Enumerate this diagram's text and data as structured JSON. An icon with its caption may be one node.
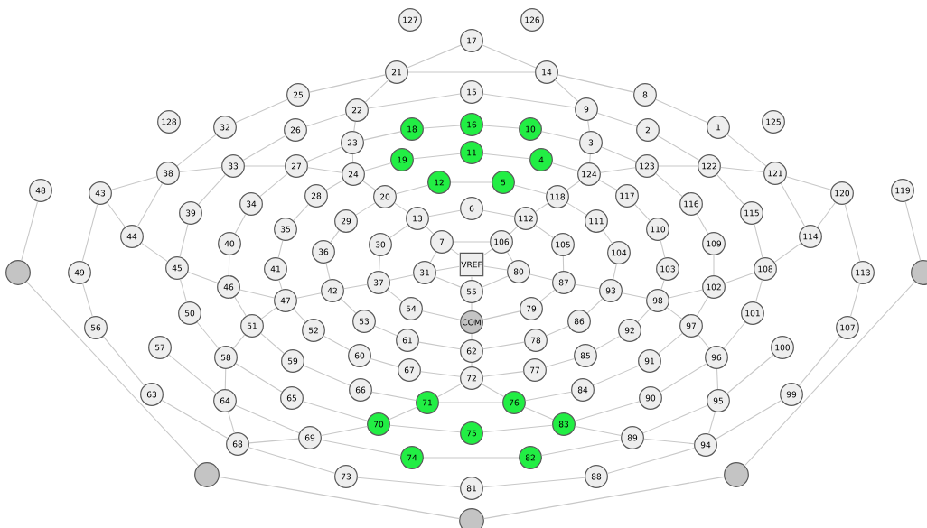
{
  "diagram": {
    "nodes": [
      {
        "text": [
          "127"
        ]
      },
      {
        "text": [
          "126"
        ]
      },
      {
        "text": [
          "17"
        ]
      },
      {
        "text": [
          "21"
        ]
      },
      {
        "text": [
          "14"
        ]
      },
      {
        "text": [
          "15"
        ]
      },
      {
        "text": [
          "25"
        ]
      },
      {
        "text": [
          "8"
        ]
      },
      {
        "text": [
          "9"
        ]
      },
      {
        "text": [
          "22"
        ]
      },
      {
        "text": [
          "128"
        ]
      },
      {
        "text": [
          "125"
        ]
      },
      {
        "text": [
          "16"
        ]
      },
      {
        "text": [
          "32"
        ]
      },
      {
        "text": [
          "1"
        ]
      },
      {
        "text": [
          "18"
        ]
      },
      {
        "text": [
          "10"
        ]
      },
      {
        "text": [
          "26"
        ]
      },
      {
        "text": [
          "2"
        ]
      },
      {
        "text": [
          "23"
        ]
      },
      {
        "text": [
          "3"
        ]
      },
      {
        "text": [
          "11"
        ]
      },
      {
        "text": [
          "19"
        ]
      },
      {
        "text": [
          "4"
        ]
      },
      {
        "text": [
          "33"
        ]
      },
      {
        "text": [
          "27"
        ]
      },
      {
        "text": [
          "123"
        ]
      },
      {
        "text": [
          "122"
        ]
      },
      {
        "text": [
          "38"
        ]
      },
      {
        "text": [
          "24"
        ]
      },
      {
        "text": [
          "124"
        ]
      },
      {
        "text": [
          "121"
        ]
      },
      {
        "text": [
          "12"
        ]
      },
      {
        "text": [
          "5"
        ]
      },
      {
        "text": [
          "48"
        ]
      },
      {
        "text": [
          "119"
        ]
      },
      {
        "text": [
          "43"
        ]
      },
      {
        "text": [
          "120"
        ]
      },
      {
        "text": [
          "28"
        ]
      },
      {
        "text": [
          "20"
        ]
      },
      {
        "text": [
          "117"
        ]
      },
      {
        "text": [
          "118"
        ]
      },
      {
        "text": [
          "34"
        ]
      },
      {
        "text": [
          "116"
        ]
      },
      {
        "text": [
          "6"
        ]
      },
      {
        "text": [
          "39"
        ]
      },
      {
        "text": [
          "115"
        ]
      },
      {
        "text": [
          "13"
        ]
      },
      {
        "text": [
          "112"
        ]
      },
      {
        "text": [
          "29"
        ]
      },
      {
        "text": [
          "111"
        ]
      },
      {
        "text": [
          "35"
        ]
      },
      {
        "text": [
          "110"
        ]
      },
      {
        "text": [
          "44"
        ]
      },
      {
        "text": [
          "114"
        ]
      },
      {
        "text": [
          "7"
        ]
      },
      {
        "text": [
          "106"
        ]
      },
      {
        "text": [
          "40"
        ]
      },
      {
        "text": [
          "109"
        ]
      },
      {
        "text": [
          "30"
        ]
      },
      {
        "text": [
          "105"
        ]
      },
      {
        "text": [
          "36"
        ]
      },
      {
        "text": [
          "104"
        ]
      },
      {
        "text": [
          "VREF"
        ]
      },
      {
        "text": [
          "45"
        ]
      },
      {
        "text": [
          "41"
        ]
      },
      {
        "text": [
          "103"
        ]
      },
      {
        "text": [
          "108"
        ]
      },
      {
        "text": [],
        "shape": "circle"
      },
      {
        "text": [
          "49"
        ]
      },
      {
        "text": [
          "31"
        ]
      },
      {
        "text": [
          "80"
        ]
      },
      {
        "text": [
          "113"
        ]
      },
      {
        "text": [],
        "shape": "circle"
      },
      {
        "text": [
          "37"
        ]
      },
      {
        "text": [
          "87"
        ]
      },
      {
        "text": [
          "46"
        ]
      },
      {
        "text": [
          "102"
        ]
      },
      {
        "text": [
          "42"
        ]
      },
      {
        "text": [
          "55"
        ]
      },
      {
        "text": [
          "93"
        ]
      },
      {
        "text": [
          "47"
        ]
      },
      {
        "text": [
          "98"
        ]
      },
      {
        "text": [
          "54"
        ]
      },
      {
        "text": [
          "79"
        ]
      },
      {
        "text": [
          "50"
        ]
      },
      {
        "text": [
          "101"
        ]
      },
      {
        "text": [
          "53"
        ]
      },
      {
        "text": [
          "86"
        ]
      },
      {
        "text": [
          "COM"
        ]
      },
      {
        "text": [
          "51"
        ]
      },
      {
        "text": [
          "97"
        ]
      },
      {
        "text": [
          "52"
        ]
      },
      {
        "text": [
          "92"
        ]
      },
      {
        "text": [
          "56"
        ]
      },
      {
        "text": [
          "107"
        ]
      },
      {
        "text": [
          "61"
        ]
      },
      {
        "text": [
          "78"
        ]
      },
      {
        "text": [
          "57"
        ]
      },
      {
        "text": [
          "100"
        ]
      },
      {
        "text": [
          "62"
        ]
      },
      {
        "text": [
          "60"
        ]
      },
      {
        "text": [
          "85"
        ]
      },
      {
        "text": [
          "58"
        ]
      },
      {
        "text": [
          "96"
        ]
      },
      {
        "text": [
          "59"
        ]
      },
      {
        "text": [
          "91"
        ]
      },
      {
        "text": [
          "67"
        ]
      },
      {
        "text": [
          "77"
        ]
      },
      {
        "text": [
          "72"
        ]
      },
      {
        "text": [
          "66"
        ]
      },
      {
        "text": [
          "84"
        ]
      },
      {
        "text": [
          "63"
        ]
      },
      {
        "text": [
          "99"
        ]
      },
      {
        "text": [
          "65"
        ]
      },
      {
        "text": [
          "90"
        ]
      },
      {
        "text": [
          "64"
        ]
      },
      {
        "text": [
          "95"
        ]
      },
      {
        "text": [
          "71"
        ]
      },
      {
        "text": [
          "76"
        ]
      },
      {
        "text": [
          "70"
        ]
      },
      {
        "text": [
          "83"
        ]
      },
      {
        "text": [
          "75"
        ]
      },
      {
        "text": [
          "69"
        ]
      },
      {
        "text": [
          "89"
        ]
      },
      {
        "text": [
          "68"
        ]
      },
      {
        "text": [
          "94"
        ]
      },
      {
        "text": [
          "74"
        ]
      },
      {
        "text": [
          "82"
        ]
      },
      {
        "text": [],
        "shape": "circle"
      },
      {
        "text": [],
        "shape": "circle"
      },
      {
        "text": [
          "73"
        ]
      },
      {
        "text": [
          "88"
        ]
      },
      {
        "text": [
          "81"
        ]
      },
      {
        "text": [],
        "shape": "circle"
      }
    ],
    "edges": [
      {
        "from": 2,
        "to": 3,
        "arrow": "none"
      },
      {
        "from": 2,
        "to": 4,
        "arrow": "none"
      },
      {
        "from": 3,
        "to": 4,
        "arrow": "none"
      },
      {
        "from": 3,
        "to": 6,
        "arrow": "none"
      },
      {
        "from": 3,
        "to": 9,
        "arrow": "none"
      },
      {
        "from": 4,
        "to": 7,
        "arrow": "none"
      },
      {
        "from": 4,
        "to": 8,
        "arrow": "none"
      },
      {
        "from": 6,
        "to": 13,
        "arrow": "none"
      },
      {
        "from": 13,
        "to": 28,
        "arrow": "none"
      },
      {
        "from": 9,
        "to": 5,
        "arrow": "none"
      },
      {
        "from": 5,
        "to": 8,
        "arrow": "none"
      },
      {
        "from": 9,
        "to": 19,
        "arrow": "none"
      },
      {
        "from": 17,
        "to": 9,
        "arrow": "none"
      },
      {
        "from": 17,
        "to": 24,
        "arrow": "none"
      },
      {
        "from": 19,
        "to": 15,
        "arrow": "none"
      },
      {
        "from": 15,
        "to": 12,
        "arrow": "none"
      },
      {
        "from": 12,
        "to": 16,
        "arrow": "none"
      },
      {
        "from": 16,
        "to": 20,
        "arrow": "none"
      },
      {
        "from": 8,
        "to": 20,
        "arrow": "none"
      },
      {
        "from": 8,
        "to": 18,
        "arrow": "none"
      },
      {
        "from": 18,
        "to": 27,
        "arrow": "none"
      },
      {
        "from": 7,
        "to": 14,
        "arrow": "none"
      },
      {
        "from": 14,
        "to": 31,
        "arrow": "none"
      },
      {
        "from": 19,
        "to": 29,
        "arrow": "none"
      },
      {
        "from": 25,
        "to": 19,
        "arrow": "none"
      },
      {
        "from": 25,
        "to": 29,
        "arrow": "none"
      },
      {
        "from": 29,
        "to": 22,
        "arrow": "none"
      },
      {
        "from": 22,
        "to": 21,
        "arrow": "none"
      },
      {
        "from": 21,
        "to": 23,
        "arrow": "none"
      },
      {
        "from": 23,
        "to": 30,
        "arrow": "none"
      },
      {
        "from": 29,
        "to": 39,
        "arrow": "none"
      },
      {
        "from": 39,
        "to": 32,
        "arrow": "none"
      },
      {
        "from": 32,
        "to": 33,
        "arrow": "none"
      },
      {
        "from": 33,
        "to": 41,
        "arrow": "none"
      },
      {
        "from": 39,
        "to": 49,
        "arrow": "none"
      },
      {
        "from": 39,
        "to": 47,
        "arrow": "none"
      },
      {
        "from": 47,
        "to": 44,
        "arrow": "none"
      },
      {
        "from": 44,
        "to": 48,
        "arrow": "none"
      },
      {
        "from": 47,
        "to": 59,
        "arrow": "none"
      },
      {
        "from": 47,
        "to": 55,
        "arrow": "none"
      },
      {
        "from": 55,
        "to": 56,
        "arrow": "none"
      },
      {
        "from": 55,
        "to": 70,
        "arrow": "none"
      },
      {
        "from": 55,
        "to": 63,
        "arrow": "none"
      },
      {
        "from": 56,
        "to": 63,
        "arrow": "none"
      },
      {
        "from": 56,
        "to": 48,
        "arrow": "none"
      },
      {
        "from": 56,
        "to": 71,
        "arrow": "none"
      },
      {
        "from": 48,
        "to": 60,
        "arrow": "none"
      },
      {
        "from": 41,
        "to": 48,
        "arrow": "none"
      },
      {
        "from": 41,
        "to": 50,
        "arrow": "none"
      },
      {
        "from": 41,
        "to": 30,
        "arrow": "none"
      },
      {
        "from": 30,
        "to": 20,
        "arrow": "none"
      },
      {
        "from": 30,
        "to": 26,
        "arrow": "none"
      },
      {
        "from": 20,
        "to": 26,
        "arrow": "none"
      },
      {
        "from": 30,
        "to": 40,
        "arrow": "none"
      },
      {
        "from": 26,
        "to": 27,
        "arrow": "none"
      },
      {
        "from": 27,
        "to": 31,
        "arrow": "none"
      },
      {
        "from": 26,
        "to": 43,
        "arrow": "none"
      },
      {
        "from": 27,
        "to": 46,
        "arrow": "none"
      },
      {
        "from": 31,
        "to": 54,
        "arrow": "none"
      },
      {
        "from": 31,
        "to": 37,
        "arrow": "none"
      },
      {
        "from": 37,
        "to": 54,
        "arrow": "none"
      },
      {
        "from": 37,
        "to": 72,
        "arrow": "none"
      },
      {
        "from": 54,
        "to": 67,
        "arrow": "none"
      },
      {
        "from": 43,
        "to": 58,
        "arrow": "none"
      },
      {
        "from": 40,
        "to": 52,
        "arrow": "none"
      },
      {
        "from": 52,
        "to": 66,
        "arrow": "none"
      },
      {
        "from": 50,
        "to": 62,
        "arrow": "none"
      },
      {
        "from": 46,
        "to": 67,
        "arrow": "none"
      },
      {
        "from": 58,
        "to": 77,
        "arrow": "none"
      },
      {
        "from": 35,
        "to": 73,
        "arrow": "none"
      },
      {
        "from": 28,
        "to": 24,
        "arrow": "none"
      },
      {
        "from": 24,
        "to": 25,
        "arrow": "none"
      },
      {
        "from": 24,
        "to": 45,
        "arrow": "none"
      },
      {
        "from": 25,
        "to": 42,
        "arrow": "none"
      },
      {
        "from": 28,
        "to": 36,
        "arrow": "none"
      },
      {
        "from": 28,
        "to": 53,
        "arrow": "none"
      },
      {
        "from": 36,
        "to": 53,
        "arrow": "none"
      },
      {
        "from": 36,
        "to": 69,
        "arrow": "none"
      },
      {
        "from": 34,
        "to": 68,
        "arrow": "none"
      },
      {
        "from": 53,
        "to": 64,
        "arrow": "none"
      },
      {
        "from": 45,
        "to": 64,
        "arrow": "none"
      },
      {
        "from": 42,
        "to": 57,
        "arrow": "none"
      },
      {
        "from": 38,
        "to": 51,
        "arrow": "none"
      },
      {
        "from": 29,
        "to": 38,
        "arrow": "none"
      },
      {
        "from": 51,
        "to": 65,
        "arrow": "none"
      },
      {
        "from": 57,
        "to": 76,
        "arrow": "none"
      },
      {
        "from": 49,
        "to": 61,
        "arrow": "none"
      },
      {
        "from": 61,
        "to": 78,
        "arrow": "none"
      },
      {
        "from": 59,
        "to": 74,
        "arrow": "none"
      },
      {
        "from": 64,
        "to": 76,
        "arrow": "none"
      },
      {
        "from": 64,
        "to": 85,
        "arrow": "none"
      },
      {
        "from": 76,
        "to": 81,
        "arrow": "none"
      },
      {
        "from": 76,
        "to": 90,
        "arrow": "none"
      },
      {
        "from": 65,
        "to": 81,
        "arrow": "none"
      },
      {
        "from": 81,
        "to": 78,
        "arrow": "none"
      },
      {
        "from": 81,
        "to": 90,
        "arrow": "none"
      },
      {
        "from": 81,
        "to": 92,
        "arrow": "none"
      },
      {
        "from": 78,
        "to": 74,
        "arrow": "none"
      },
      {
        "from": 78,
        "to": 87,
        "arrow": "none"
      },
      {
        "from": 74,
        "to": 70,
        "arrow": "none"
      },
      {
        "from": 74,
        "to": 83,
        "arrow": "none"
      },
      {
        "from": 70,
        "to": 63,
        "arrow": "none"
      },
      {
        "from": 70,
        "to": 79,
        "arrow": "none"
      },
      {
        "from": 63,
        "to": 79,
        "arrow": "none"
      },
      {
        "from": 63,
        "to": 71,
        "arrow": "none"
      },
      {
        "from": 71,
        "to": 79,
        "arrow": "none"
      },
      {
        "from": 75,
        "to": 71,
        "arrow": "none"
      },
      {
        "from": 75,
        "to": 60,
        "arrow": "none"
      },
      {
        "from": 75,
        "to": 84,
        "arrow": "none"
      },
      {
        "from": 75,
        "to": 80,
        "arrow": "none"
      },
      {
        "from": 80,
        "to": 62,
        "arrow": "none"
      },
      {
        "from": 80,
        "to": 82,
        "arrow": "none"
      },
      {
        "from": 80,
        "to": 88,
        "arrow": "none"
      },
      {
        "from": 82,
        "to": 66,
        "arrow": "none"
      },
      {
        "from": 82,
        "to": 77,
        "arrow": "none"
      },
      {
        "from": 82,
        "to": 91,
        "arrow": "none"
      },
      {
        "from": 82,
        "to": 93,
        "arrow": "none"
      },
      {
        "from": 77,
        "to": 91,
        "arrow": "none"
      },
      {
        "from": 77,
        "to": 67,
        "arrow": "none"
      },
      {
        "from": 67,
        "to": 86,
        "arrow": "none"
      },
      {
        "from": 86,
        "to": 104,
        "arrow": "none"
      },
      {
        "from": 91,
        "to": 104,
        "arrow": "none"
      },
      {
        "from": 91,
        "to": 106,
        "arrow": "none"
      },
      {
        "from": 104,
        "to": 115,
        "arrow": "none"
      },
      {
        "from": 104,
        "to": 117,
        "arrow": "none"
      },
      {
        "from": 117,
        "to": 99,
        "arrow": "none"
      },
      {
        "from": 117,
        "to": 124,
        "arrow": "none"
      },
      {
        "from": 117,
        "to": 126,
        "arrow": "none"
      },
      {
        "from": 126,
        "to": 124,
        "arrow": "none"
      },
      {
        "from": 126,
        "to": 113,
        "arrow": "none"
      },
      {
        "from": 113,
        "to": 95,
        "arrow": "none"
      },
      {
        "from": 95,
        "to": 72,
        "arrow": "none"
      },
      {
        "from": 126,
        "to": 132,
        "arrow": "none"
      },
      {
        "from": 130,
        "to": 134,
        "arrow": "none"
      },
      {
        "from": 130,
        "to": 73,
        "arrow": "none"
      },
      {
        "from": 121,
        "to": 124,
        "arrow": "none"
      },
      {
        "from": 128,
        "to": 124,
        "arrow": "none"
      },
      {
        "from": 121,
        "to": 115,
        "arrow": "none"
      },
      {
        "from": 106,
        "to": 111,
        "arrow": "none"
      },
      {
        "from": 93,
        "to": 102,
        "arrow": "none"
      },
      {
        "from": 88,
        "to": 97,
        "arrow": "none"
      },
      {
        "from": 102,
        "to": 108,
        "arrow": "none"
      },
      {
        "from": 111,
        "to": 119,
        "arrow": "none"
      },
      {
        "from": 119,
        "to": 109,
        "arrow": "none"
      },
      {
        "from": 119,
        "to": 118,
        "arrow": "none"
      },
      {
        "from": 119,
        "to": 121,
        "arrow": "none"
      },
      {
        "from": 118,
        "to": 109,
        "arrow": "none"
      },
      {
        "from": 118,
        "to": 120,
        "arrow": "none"
      },
      {
        "from": 118,
        "to": 110,
        "arrow": "none"
      },
      {
        "from": 120,
        "to": 123,
        "arrow": "none"
      },
      {
        "from": 120,
        "to": 122,
        "arrow": "none"
      },
      {
        "from": 114,
        "to": 120,
        "arrow": "none"
      },
      {
        "from": 122,
        "to": 121,
        "arrow": "none"
      },
      {
        "from": 127,
        "to": 128,
        "arrow": "none"
      },
      {
        "from": 127,
        "to": 123,
        "arrow": "none"
      },
      {
        "from": 131,
        "to": 133,
        "arrow": "none"
      },
      {
        "from": 133,
        "to": 132,
        "arrow": "none"
      },
      {
        "from": 131,
        "to": 125,
        "arrow": "none"
      },
      {
        "from": 125,
        "to": 123,
        "arrow": "none"
      },
      {
        "from": 125,
        "to": 112,
        "arrow": "none"
      },
      {
        "from": 125,
        "to": 116,
        "arrow": "none"
      },
      {
        "from": 116,
        "to": 123,
        "arrow": "none"
      },
      {
        "from": 116,
        "to": 103,
        "arrow": "none"
      },
      {
        "from": 116,
        "to": 98,
        "arrow": "none"
      },
      {
        "from": 103,
        "to": 85,
        "arrow": "none"
      },
      {
        "from": 103,
        "to": 90,
        "arrow": "none"
      },
      {
        "from": 103,
        "to": 114,
        "arrow": "none"
      },
      {
        "from": 90,
        "to": 105,
        "arrow": "none"
      },
      {
        "from": 92,
        "to": 101,
        "arrow": "none"
      },
      {
        "from": 87,
        "to": 96,
        "arrow": "none"
      },
      {
        "from": 83,
        "to": 89,
        "arrow": "none"
      },
      {
        "from": 89,
        "to": 79,
        "arrow": "none"
      },
      {
        "from": 89,
        "to": 84,
        "arrow": "none"
      },
      {
        "from": 89,
        "to": 100,
        "arrow": "none"
      },
      {
        "from": 96,
        "to": 100,
        "arrow": "none"
      },
      {
        "from": 100,
        "to": 97,
        "arrow": "none"
      },
      {
        "from": 100,
        "to": 109,
        "arrow": "none"
      },
      {
        "from": 101,
        "to": 107,
        "arrow": "none"
      },
      {
        "from": 107,
        "to": 109,
        "arrow": "none"
      },
      {
        "from": 109,
        "to": 108,
        "arrow": "none"
      },
      {
        "from": 105,
        "to": 110,
        "arrow": "none"
      },
      {
        "from": 94,
        "to": 69,
        "arrow": "none"
      },
      {
        "from": 94,
        "to": 112,
        "arrow": "none"
      },
      {
        "from": 68,
        "to": 129,
        "arrow": "none"
      },
      {
        "from": 129,
        "to": 134,
        "arrow": "none"
      }
    ]
  }
}
